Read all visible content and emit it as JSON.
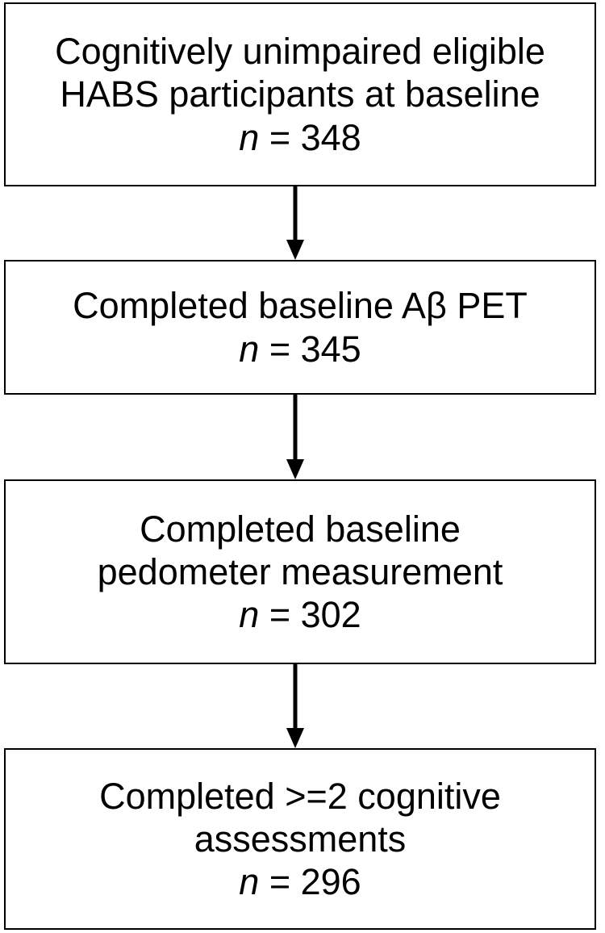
{
  "flow": {
    "steps": [
      {
        "lines": [
          "Cognitively unimpaired eligible",
          "HABS participants at baseline"
        ],
        "n_label": "n",
        "n_sep": " = ",
        "n_value": "348"
      },
      {
        "lines": [
          "Completed baseline Aβ PET"
        ],
        "n_label": "n",
        "n_sep": " = ",
        "n_value": "345"
      },
      {
        "lines": [
          "Completed baseline",
          "pedometer measurement"
        ],
        "n_label": "n",
        "n_sep": " = ",
        "n_value": "302"
      },
      {
        "lines": [
          "Completed >=2 cognitive",
          "assessments"
        ],
        "n_label": "n",
        "n_sep": " = ",
        "n_value": "296"
      }
    ],
    "colors": {
      "stroke": "#000000",
      "fill": "#ffffff",
      "text": "#000000"
    }
  }
}
